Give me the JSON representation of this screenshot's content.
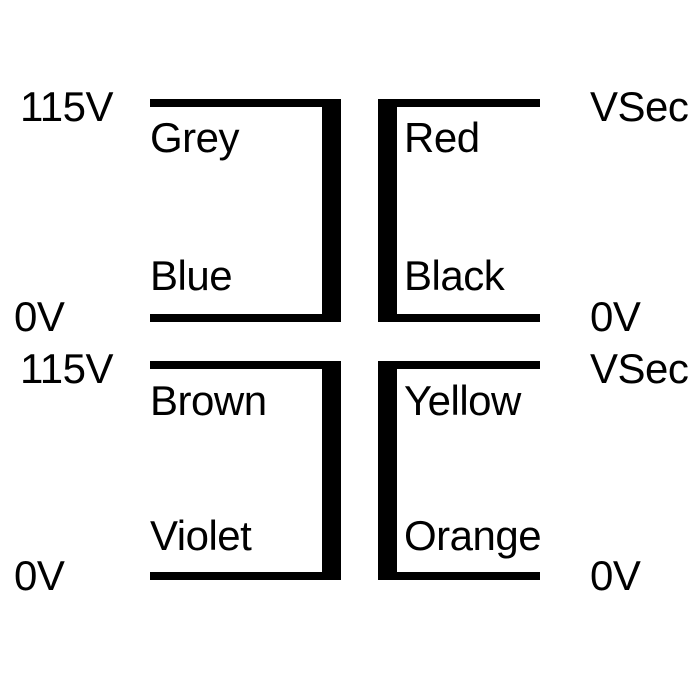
{
  "diagram": {
    "title": "transformer-winding-connection-diagram",
    "line_color": "#000000",
    "background_color": "#ffffff",
    "windings": [
      {
        "id": "primary-top",
        "side": "primary",
        "position": "top-left",
        "top_terminal_label": "115V",
        "bottom_terminal_label": "0V",
        "top_wire_label": "Grey",
        "bottom_wire_label": "Blue"
      },
      {
        "id": "secondary-top",
        "side": "secondary",
        "position": "top-right",
        "top_terminal_label": "VSec",
        "bottom_terminal_label": "0V",
        "top_wire_label": "Red",
        "bottom_wire_label": "Black"
      },
      {
        "id": "primary-bottom",
        "side": "primary",
        "position": "bottom-left",
        "top_terminal_label": "115V",
        "bottom_terminal_label": "0V",
        "top_wire_label": "Brown",
        "bottom_wire_label": "Violet"
      },
      {
        "id": "secondary-bottom",
        "side": "secondary",
        "position": "bottom-right",
        "top_terminal_label": "VSec",
        "bottom_terminal_label": "0V",
        "top_wire_label": "Yellow",
        "bottom_wire_label": "Orange"
      }
    ]
  }
}
